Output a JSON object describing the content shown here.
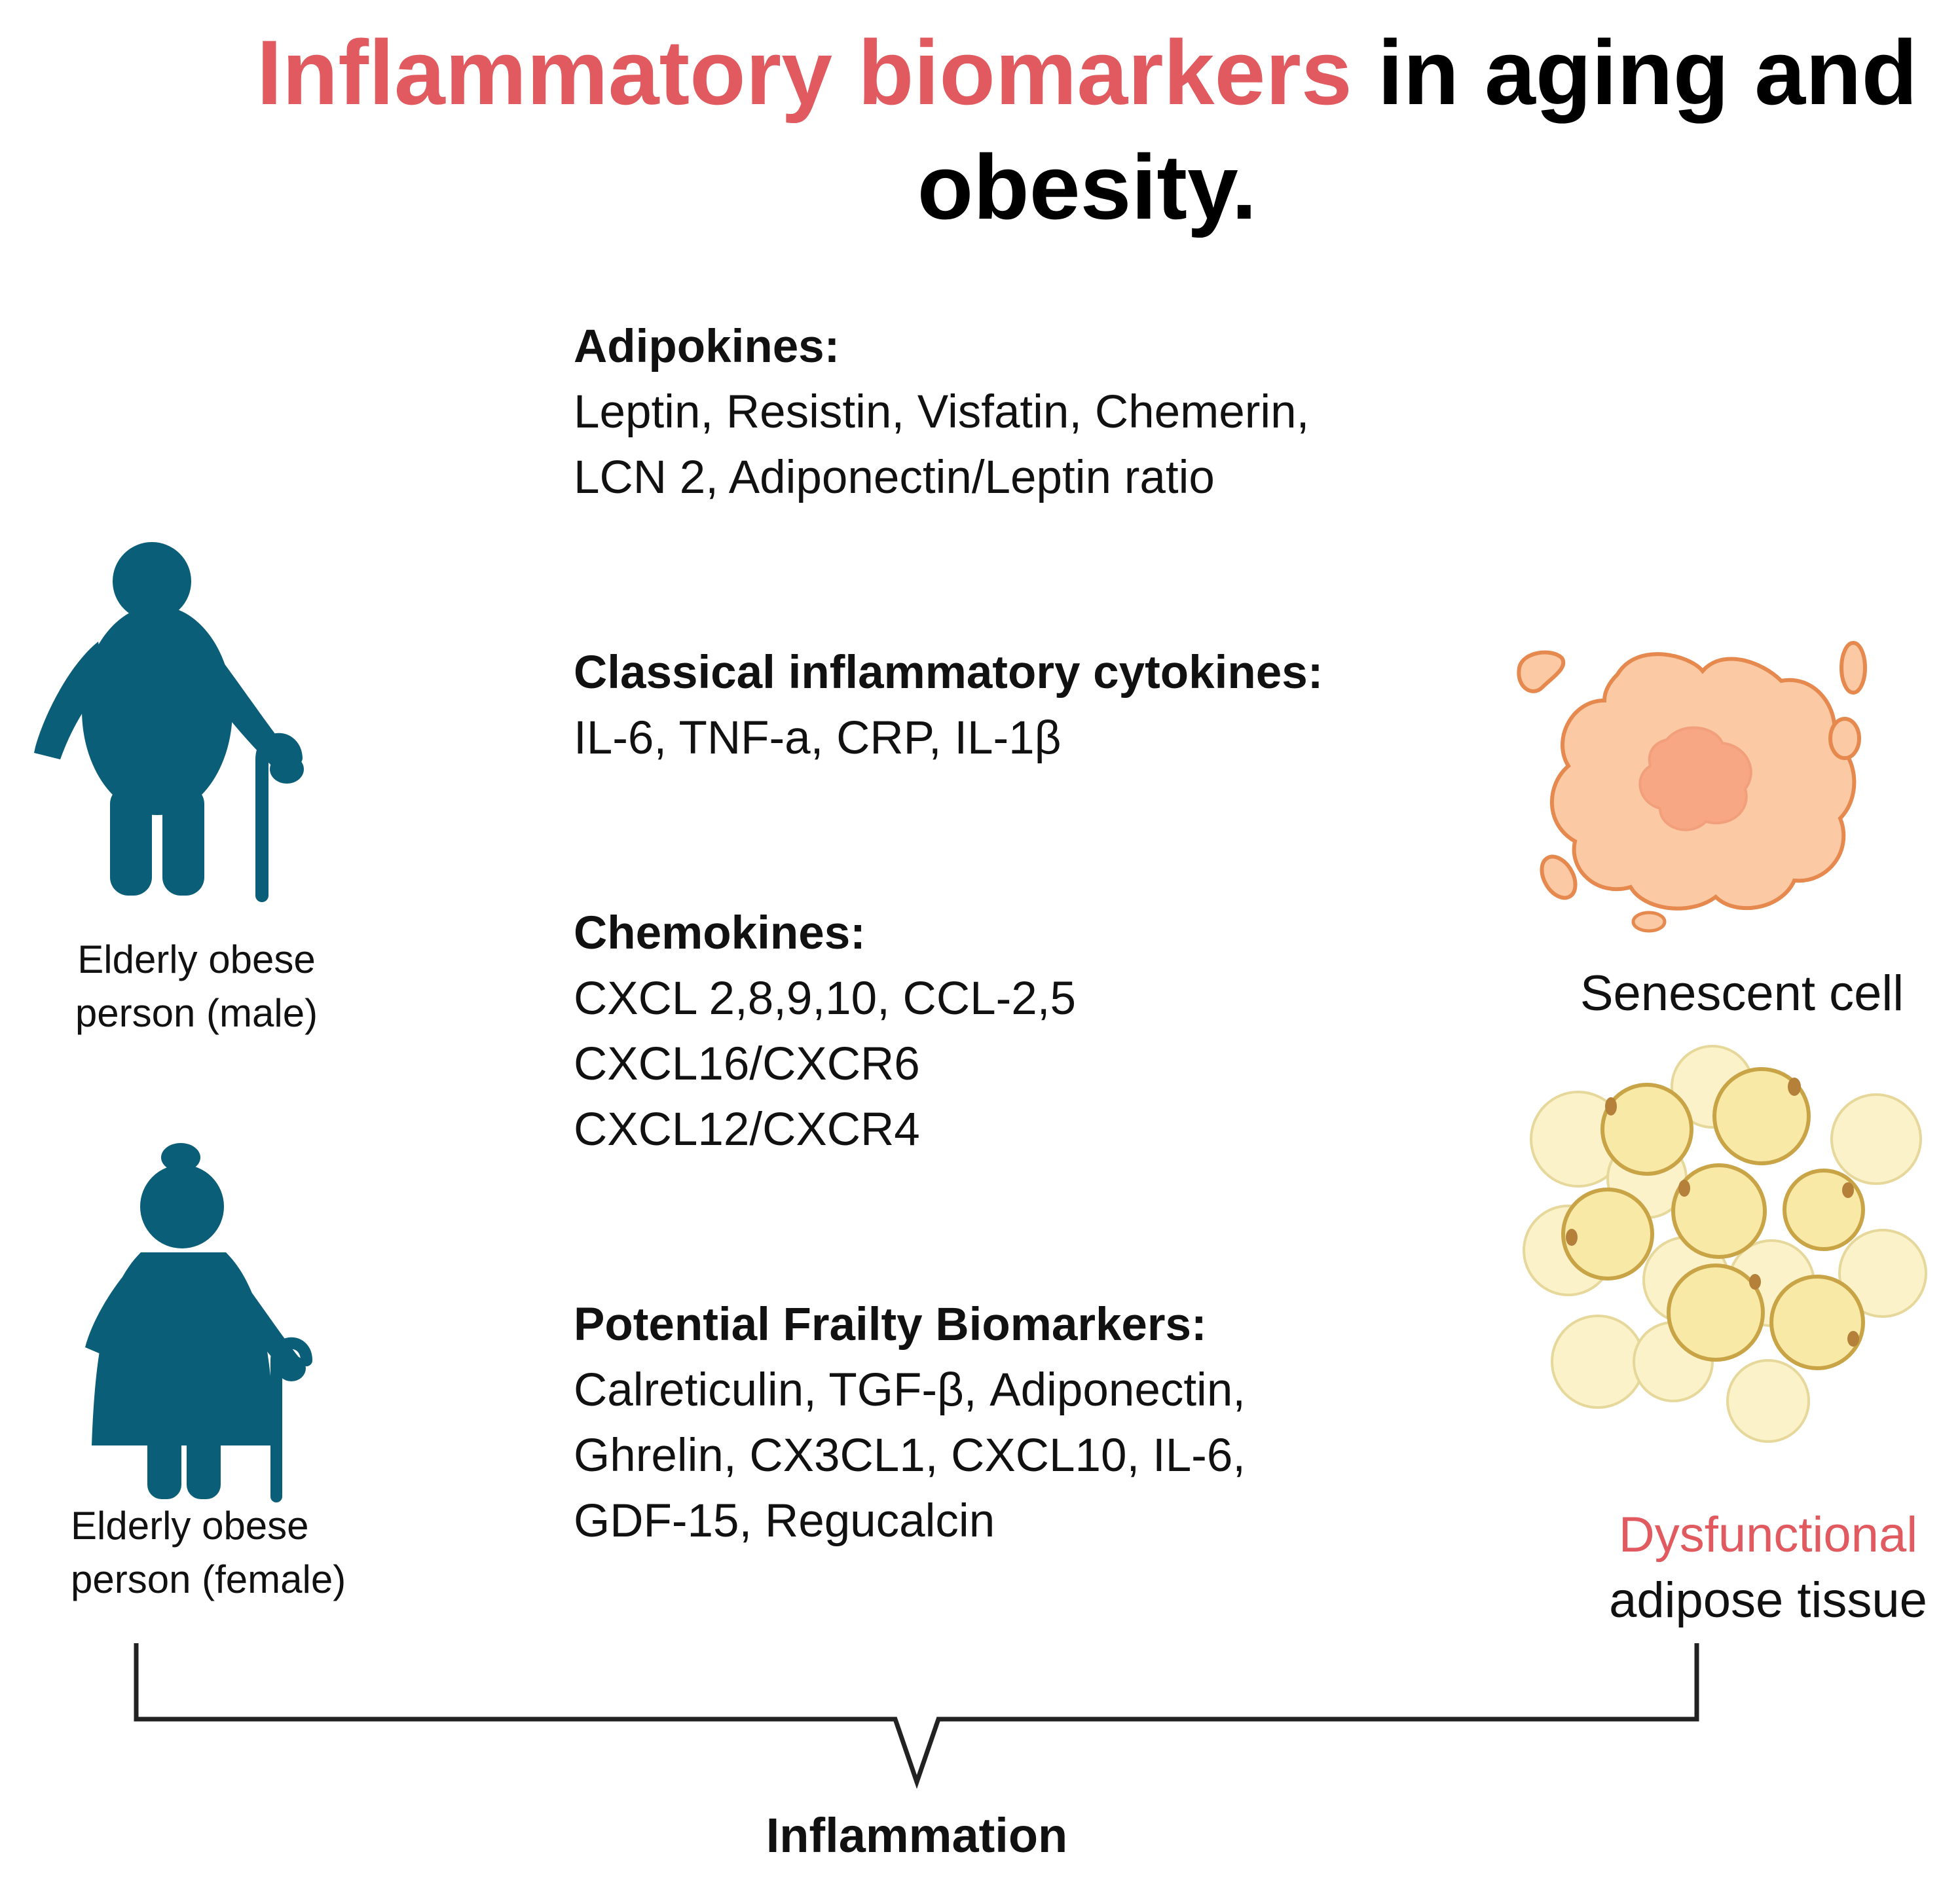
{
  "title": {
    "highlight": "Inflammatory biomarkers",
    "rest_line1": " in aging and",
    "line2": "obesity."
  },
  "sections": [
    {
      "heading": "Adipokines:",
      "lines": [
        "Leptin, Resistin, Visfatin, Chemerin,",
        "LCN 2, Adiponectin/Leptin ratio"
      ]
    },
    {
      "heading": "Classical inflammatory cytokines:",
      "lines": [
        "IL-6, TNF-a, CRP, IL-1β"
      ]
    },
    {
      "heading": "Chemokines:",
      "lines": [
        "CXCL 2,8,9,10, CCL-2,5",
        "CXCL16/CXCR6",
        "CXCL12/CXCR4"
      ]
    },
    {
      "heading": "Potential Frailty Biomarkers:",
      "lines": [
        "Calreticulin, TGF-β, Adiponectin,",
        "Ghrelin, CX3CL1, CXCL10, IL-6,",
        "GDF-15, Regucalcin"
      ]
    }
  ],
  "figures": {
    "male": {
      "line1": "Elderly obese",
      "line2": "person (male)",
      "icon": "elderly-obese-male-icon"
    },
    "female": {
      "line1": "Elderly obese",
      "line2": "person (female)",
      "icon": "elderly-obese-female-icon"
    },
    "senescent": {
      "label": "Senescent cell",
      "icon": "senescent-cell-icon"
    },
    "adipose": {
      "line1": "Dysfunctional",
      "line2": "adipose tissue",
      "icon": "adipose-tissue-icon"
    }
  },
  "bottom_label": "Inflammation",
  "colors": {
    "accent_red": "#e05a5f",
    "figure_teal": "#0b5e78",
    "cell_fill": "#fbc9a4",
    "cell_stroke": "#e6894f",
    "nucleus_fill": "#f7a784",
    "adipocyte_fill": "#f8e9a6",
    "adipocyte_stroke": "#c9a447",
    "bracket": "#222222"
  }
}
